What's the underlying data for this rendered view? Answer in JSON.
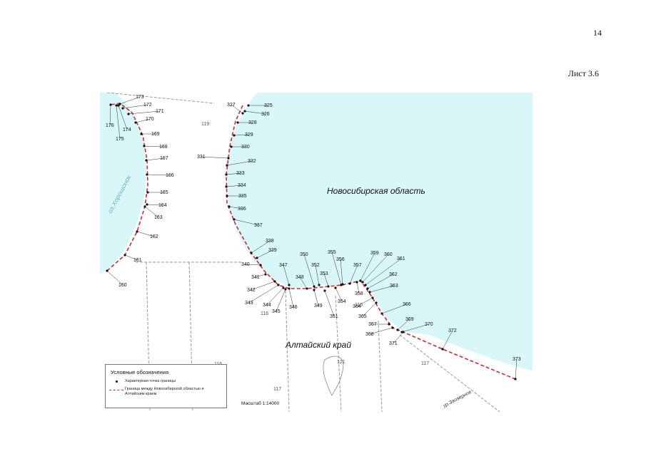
{
  "page": {
    "number": "14",
    "sheet": "Лист 3.6"
  },
  "map": {
    "region_north": "Новосибирская область",
    "region_south": "Алтайский край",
    "water_left_label": "оз.Хорошонок",
    "road_label": "ур.Заозерное",
    "parcel_labels": [
      "119",
      "116",
      "115",
      "117",
      "117",
      "121",
      "116"
    ],
    "colors": {
      "water": "#d9f6f8",
      "boundary": "#d62828",
      "road": "#9a9a9a"
    }
  },
  "points": [
    "160",
    "161",
    "162",
    "163",
    "164",
    "165",
    "166",
    "167",
    "168",
    "169",
    "170",
    "171",
    "172",
    "173",
    "174",
    "175",
    "176",
    "325",
    "326",
    "327",
    "328",
    "329",
    "330",
    "331",
    "332",
    "333",
    "334",
    "335",
    "336",
    "337",
    "338",
    "339",
    "340",
    "341",
    "342",
    "343",
    "344",
    "345",
    "346",
    "347",
    "348",
    "349",
    "350",
    "351",
    "352",
    "353",
    "354",
    "355",
    "356",
    "357",
    "358",
    "359",
    "360",
    "361",
    "362",
    "363",
    "364",
    "365",
    "366",
    "367",
    "368",
    "369",
    "370",
    "371",
    "372",
    "373"
  ],
  "legend": {
    "title": "Условные обозначения",
    "point_text": "Характерная точка границы",
    "line_text": "Граница между Новосибирской областью и Алтайским краем"
  },
  "scale": "Масштаб 1:14000"
}
